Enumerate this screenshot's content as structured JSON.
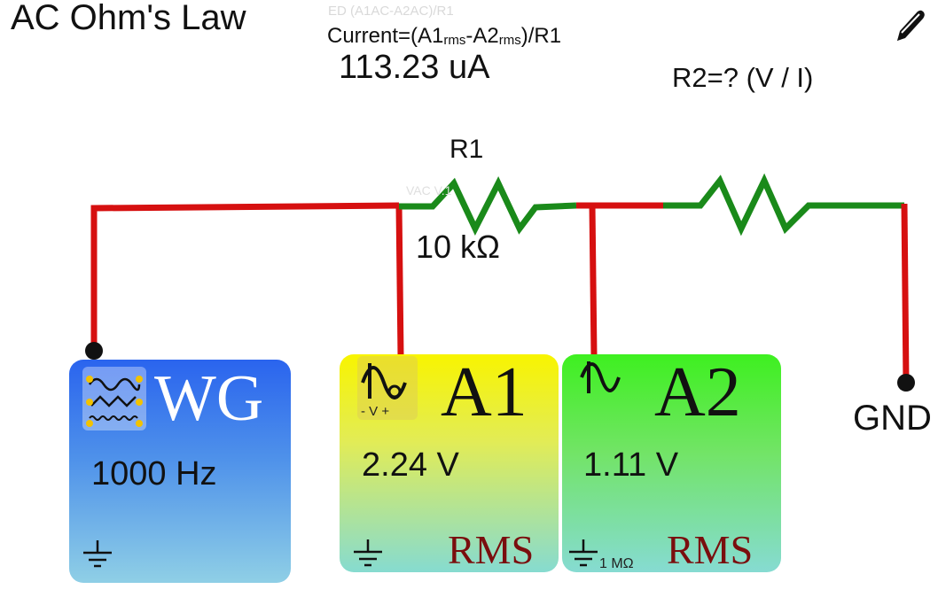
{
  "app": {
    "title": "AC Ohm's Law"
  },
  "header": {
    "ghost_formula": "ED (A1AC-A2AC)/R1",
    "formula_prefix": "Current=(A1",
    "formula_sub1": "rms",
    "formula_mid": "-A2",
    "formula_sub2": "rms",
    "formula_suffix": ")/R1",
    "current_value": "113.23 uA",
    "r2_question": "R2=?   (V / I)"
  },
  "circuit": {
    "r1_label": "R1",
    "r1_value": "10 kΩ",
    "ghost_label": "VAC   V.1",
    "gnd_label": "GND",
    "wire_colors": {
      "red": "#d61010",
      "green": "#1a8a1a"
    }
  },
  "wave_generator": {
    "name": "WG",
    "frequency": "1000 Hz",
    "icon": "waveform-icon",
    "color": "#2a64ee"
  },
  "meter_a1": {
    "name": "A1",
    "voltage": "2.24 V",
    "polarity": "- V +",
    "mode": "RMS",
    "icon": "sine-probe-icon",
    "color": "#f8f400"
  },
  "meter_a2": {
    "name": "A2",
    "voltage": "1.11 V",
    "impedance": "1 MΩ",
    "mode": "RMS",
    "icon": "sine-probe-icon",
    "color": "#3ef020"
  }
}
